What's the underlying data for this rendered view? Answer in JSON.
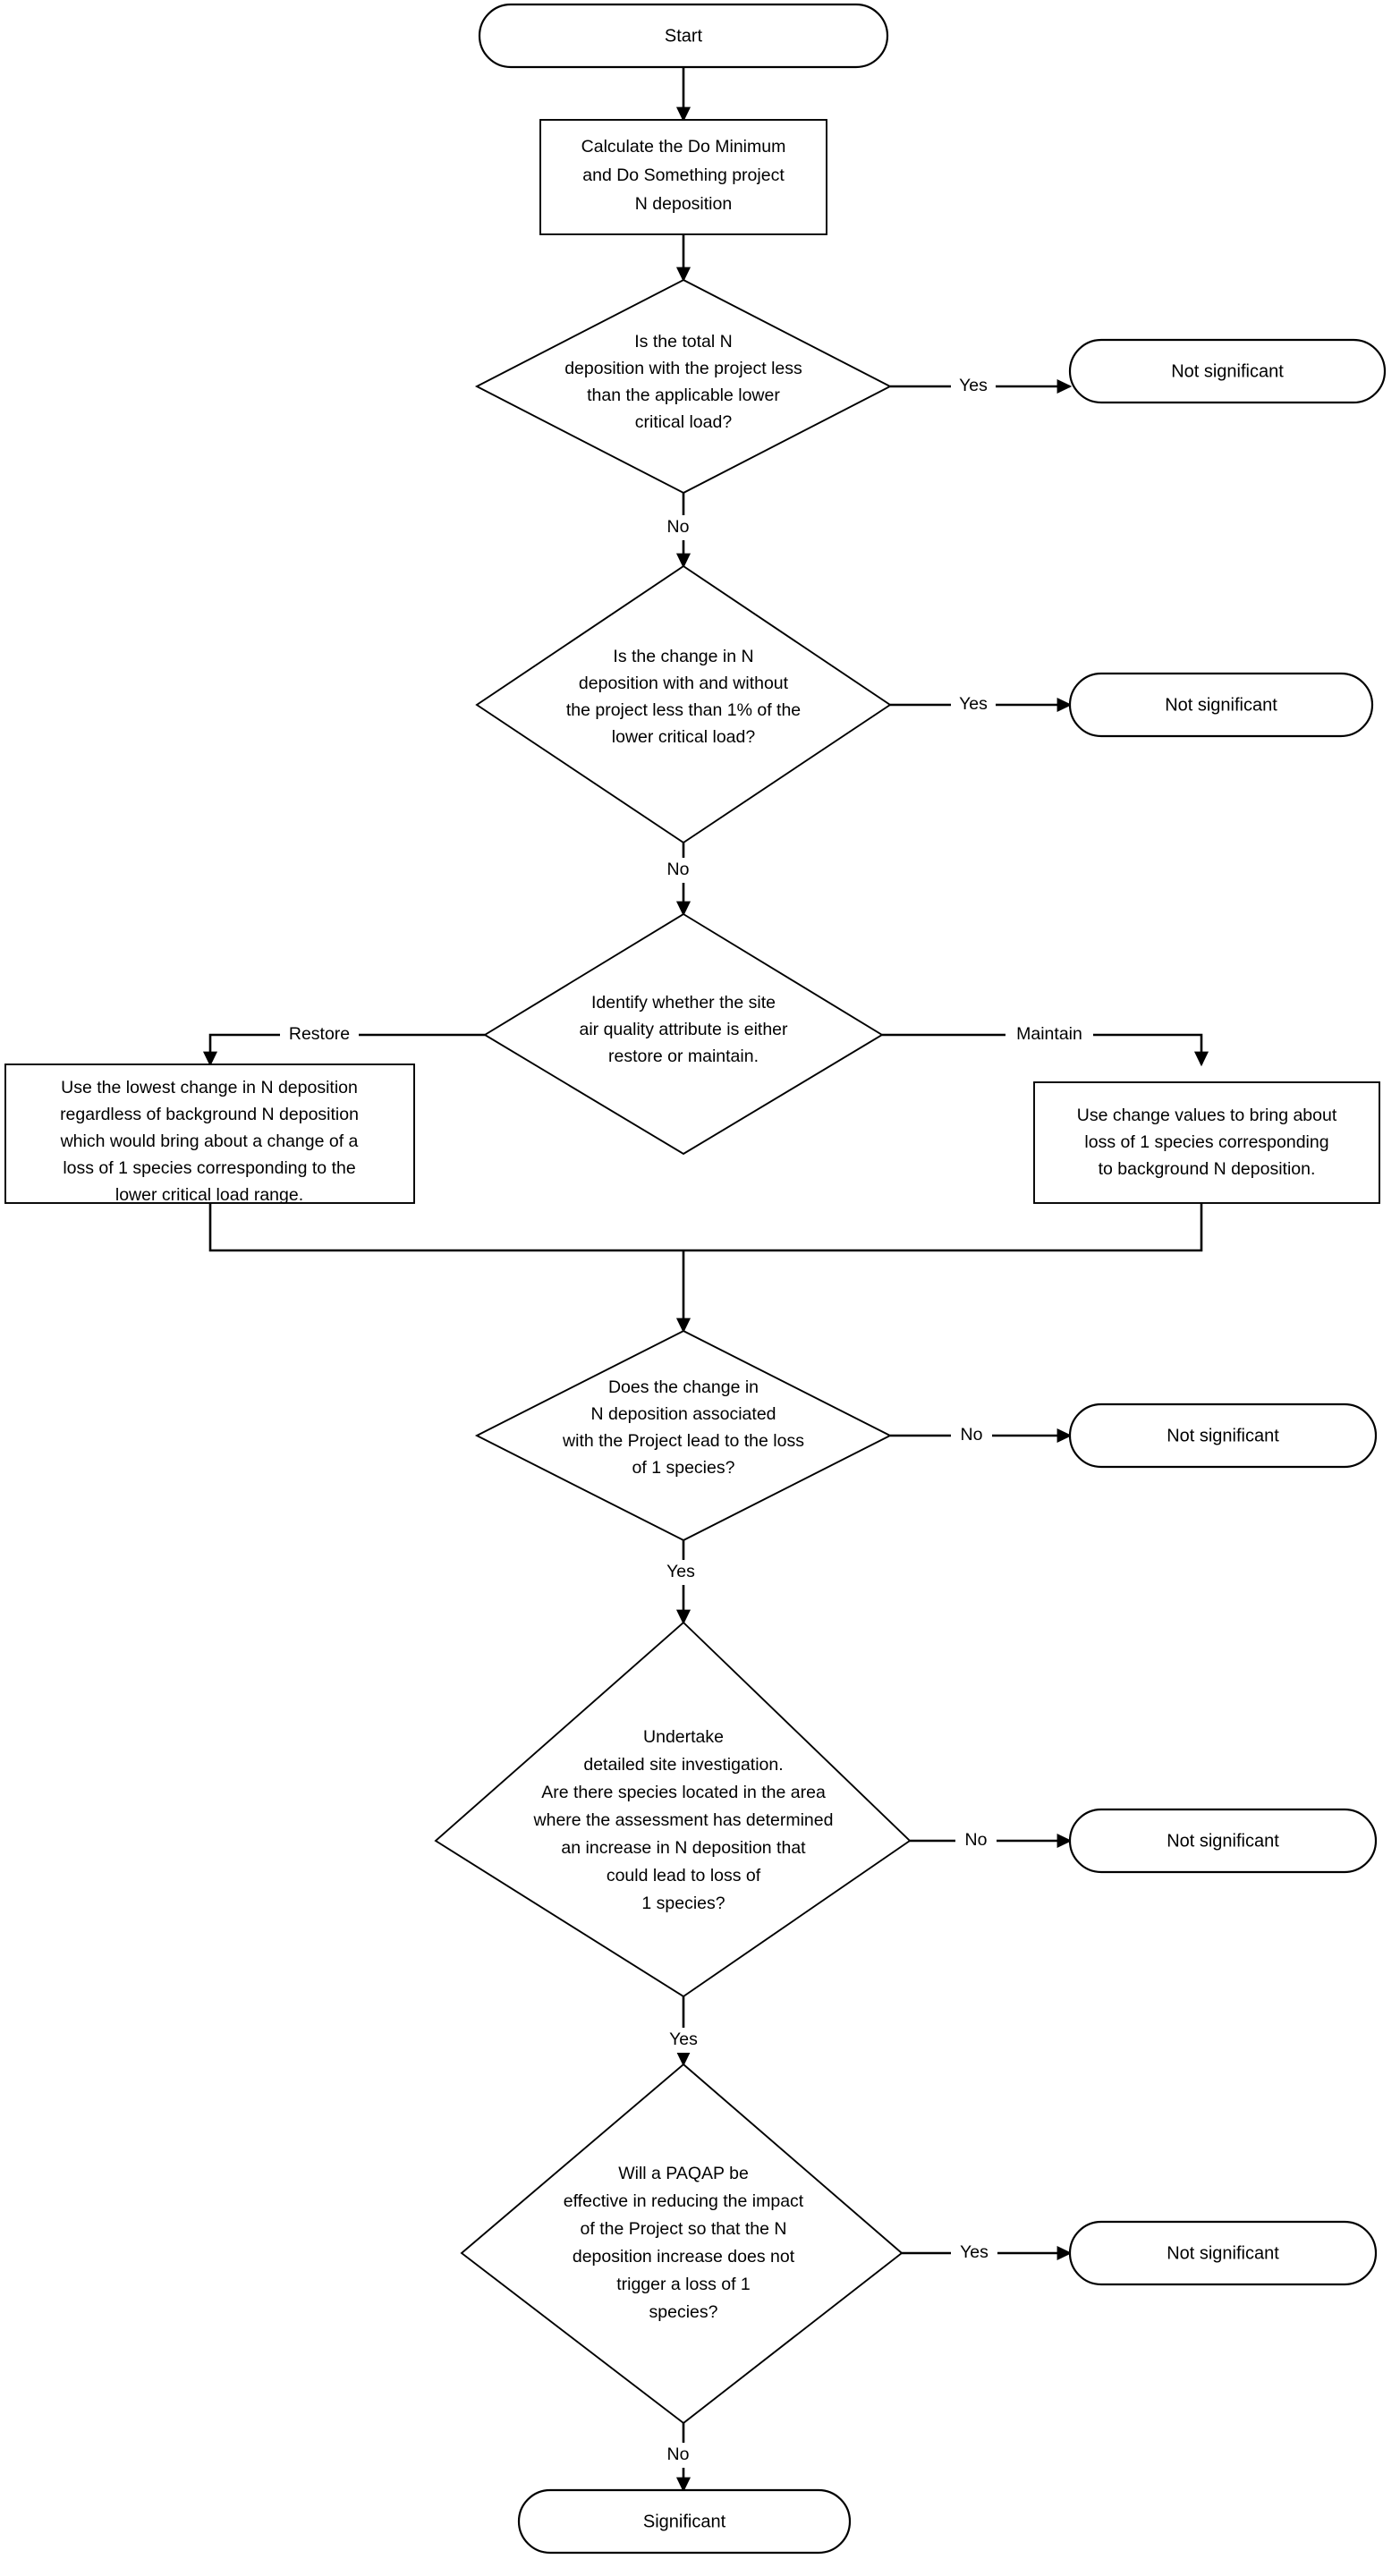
{
  "diagram": {
    "title": "N deposition significance assessment flowchart",
    "line_color": "#000000",
    "fill_color": "#ffffff",
    "text_color": "#000000"
  },
  "nodes": {
    "start": {
      "type": "terminal",
      "label": "Start"
    },
    "calculate": {
      "type": "process",
      "lines": [
        "Calculate the Do Minimum",
        "and Do Something project",
        "N deposition"
      ]
    },
    "decision_total_n": {
      "type": "decision",
      "lines": [
        "Is the total N",
        "deposition with the project less",
        "than the applicable lower",
        "critical load?"
      ]
    },
    "decision_change_1pct": {
      "type": "decision",
      "lines": [
        "Is the change in N",
        "deposition with and without",
        "the project less than 1% of the",
        "lower critical load?"
      ]
    },
    "decision_attribute": {
      "type": "decision",
      "lines": [
        "Identify whether the site",
        "air quality attribute is either",
        "restore or maintain."
      ]
    },
    "process_restore": {
      "type": "process",
      "lines": [
        "Use the lowest change in N deposition",
        "regardless of background N deposition",
        "which would bring about a change of a",
        "loss of 1 species corresponding to the",
        "lower critical load range."
      ]
    },
    "process_maintain": {
      "type": "process",
      "lines": [
        "Use change values to bring about",
        "loss of 1 species corresponding",
        "to background N deposition."
      ]
    },
    "decision_loss_species": {
      "type": "decision",
      "lines": [
        "Does the change in",
        "N deposition associated",
        "with the Project lead to the loss",
        "of 1 species?"
      ]
    },
    "decision_site_investigation": {
      "type": "decision",
      "lines": [
        "Undertake",
        "detailed site investigation.",
        "Are there species located in the area",
        "where the assessment has determined",
        "an increase in N deposition that",
        "could lead to loss of",
        "1 species?"
      ]
    },
    "decision_paqap": {
      "type": "decision",
      "lines": [
        "Will a PAQAP be",
        "effective in reducing the impact",
        "of the Project so that the N",
        "deposition increase does not",
        "trigger a loss of 1",
        "species?"
      ]
    },
    "outcome_not_significant_1": {
      "type": "terminal",
      "label": "Not significant"
    },
    "outcome_not_significant_2": {
      "type": "terminal",
      "label": "Not significant"
    },
    "outcome_not_significant_3": {
      "type": "terminal",
      "label": "Not significant"
    },
    "outcome_not_significant_4": {
      "type": "terminal",
      "label": "Not significant"
    },
    "outcome_not_significant_5": {
      "type": "terminal",
      "label": "Not significant"
    },
    "outcome_significant": {
      "type": "terminal",
      "label": "Significant"
    }
  },
  "edge_labels": {
    "total_n_yes": "Yes",
    "total_n_no": "No",
    "change_1pct_yes": "Yes",
    "change_1pct_no": "No",
    "attribute_restore": "Restore",
    "attribute_maintain": "Maintain",
    "loss_species_no": "No",
    "loss_species_yes": "Yes",
    "site_investigation_no": "No",
    "site_investigation_yes": "Yes",
    "paqap_yes": "Yes",
    "paqap_no": "No"
  }
}
